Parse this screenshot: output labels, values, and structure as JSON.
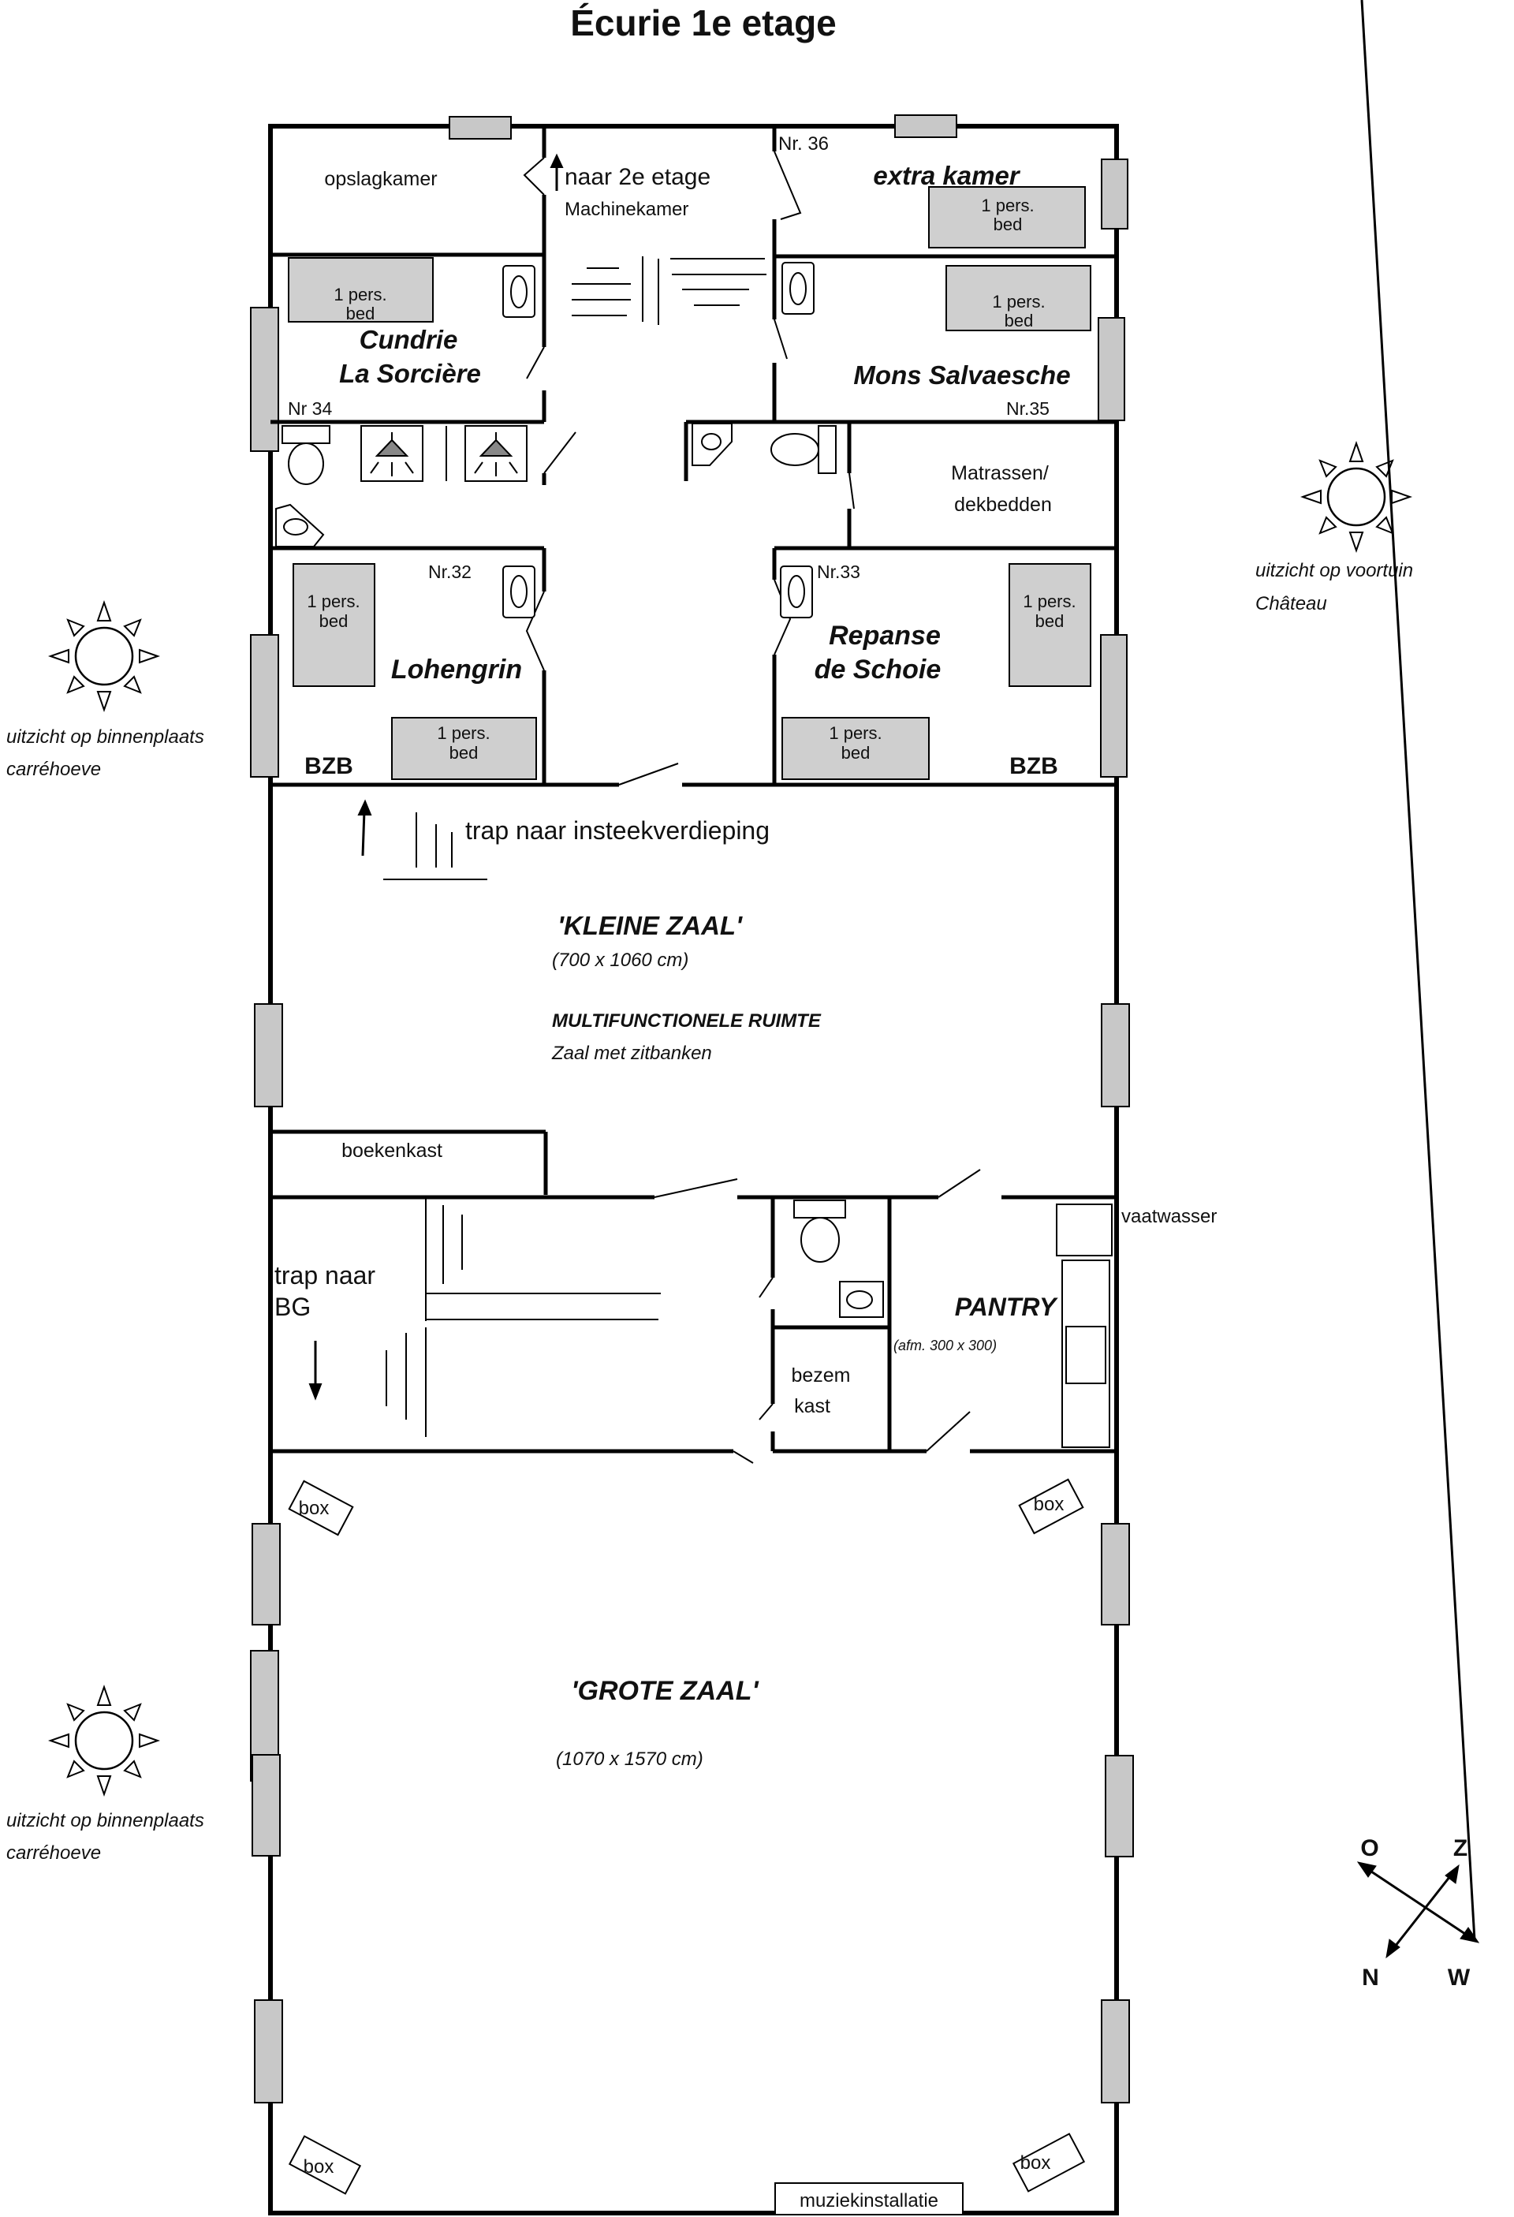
{
  "title": "Écurie 1e etage",
  "rooms": {
    "opslagkamer": "opslagkamer",
    "naar2e": "naar 2e etage",
    "machinekamer": "Machinekamer",
    "nr36": "Nr. 36",
    "extra_kamer": "extra kamer",
    "cundrie_1": "Cundrie",
    "cundrie_2": "La Sorcière",
    "nr34": "Nr 34",
    "mons": "Mons Salvaesche",
    "nr35": "Nr.35",
    "matrassen_1": "Matrassen/",
    "matrassen_2": "dekbedden",
    "nr32": "Nr.32",
    "lohengrin": "Lohengrin",
    "nr33": "Nr.33",
    "repanse_1": "Repanse",
    "repanse_2": "de Schoie",
    "bzb": "BZB",
    "trap_insteek": "trap naar insteekverdieping",
    "kleine_zaal": "'KLEINE ZAAL'",
    "kleine_afm": "(700 x 1060 cm)",
    "multi": "MULTIFUNCTIONELE RUIMTE",
    "zitbanken": "Zaal met zitbanken",
    "boekenkast": "boekenkast",
    "vaatwasser": "vaatwasser",
    "trap_bg_1": "trap naar",
    "trap_bg_2": "BG",
    "pantry": "PANTRY",
    "pantry_afm": "(afm. 300 x 300)",
    "bezem_1": "bezem",
    "bezem_2": "kast",
    "box": "box",
    "grote_zaal": "'GROTE ZAAL'",
    "grote_afm": "(1070 x 1570 cm)",
    "muziek": "muziekinstallatie"
  },
  "bed": {
    "line1": "1 pers.",
    "line2": "bed"
  },
  "views": {
    "voortuin_1": "uitzicht op voortuin",
    "voortuin_2": "Château",
    "binnen_1": "uitzicht op binnenplaats",
    "binnen_2": "carréhoeve"
  },
  "compass": {
    "o": "O",
    "z": "Z",
    "n": "N",
    "w": "W"
  }
}
